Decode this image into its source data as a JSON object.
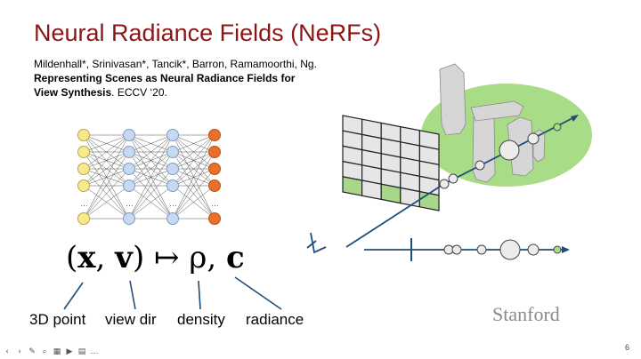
{
  "slide": {
    "title": "Neural Radiance Fields (NeRFs)",
    "citation": {
      "authors": "Mildenhall*, Srinivasan*, Tancik*, Barron, Ramamoorthi, Ng.",
      "paper_title_line1": "Representing Scenes as Neural Radiance Fields for",
      "paper_title_line2": "View Synthesis",
      "venue": ". ECCV ‘20."
    },
    "formula": {
      "open": "(",
      "x": "x",
      "comma": ", ",
      "v": "v",
      "close": ")",
      "mapsto": " ↦ ",
      "rho": "ρ",
      "comma2": ", ",
      "c": "c"
    },
    "labels": {
      "point": "3D point",
      "viewdir": "view dir",
      "density": "density",
      "radiance": "radiance"
    },
    "logo": "Stanford",
    "page_number": "6"
  },
  "colors": {
    "title": "#8c1515",
    "input_node": "#f7e98e",
    "hidden_node": "#c6d9f1",
    "output_node": "#e8702a",
    "grid_highlight": "#a8d68a",
    "scene_ellipse": "#a9dc86",
    "ray": "#1f4e79",
    "logo": "#8a8a8a"
  },
  "toolbar": {
    "icons": [
      "prev-icon",
      "next-icon",
      "pen-icon",
      "zoom-icon",
      "grid-icon",
      "video-icon",
      "subtitles-icon",
      "more-icon"
    ],
    "glyphs": [
      "‹",
      "›",
      "✎",
      "⌕",
      "▦",
      "▶",
      "▤",
      "…"
    ]
  }
}
